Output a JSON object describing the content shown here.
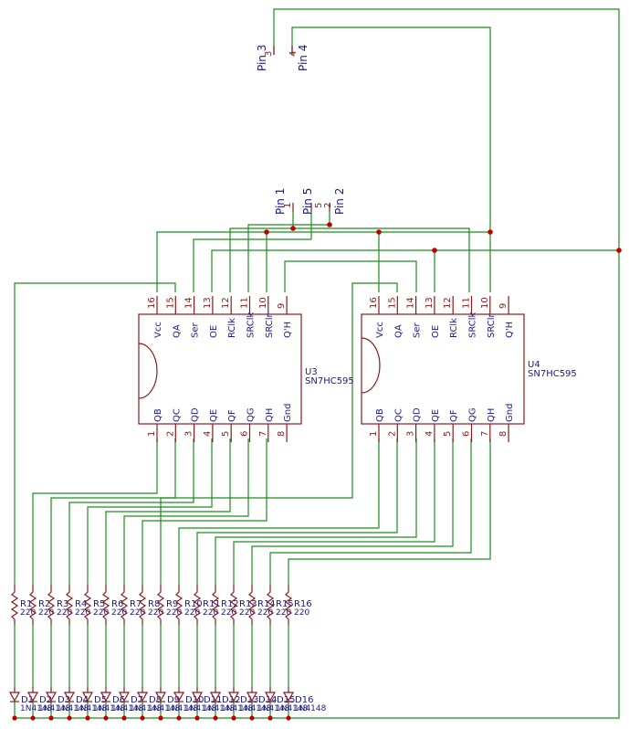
{
  "ic_u3": {
    "ref": "U3",
    "value": "SN7HC595",
    "top_pins": [
      {
        "num": "16",
        "name": "Vcc"
      },
      {
        "num": "15",
        "name": "QA"
      },
      {
        "num": "14",
        "name": "Ser"
      },
      {
        "num": "13",
        "name": "OE"
      },
      {
        "num": "12",
        "name": "RClk"
      },
      {
        "num": "11",
        "name": "SRClk"
      },
      {
        "num": "10",
        "name": "SRClr"
      },
      {
        "num": "9",
        "name": "Q'H"
      }
    ],
    "bottom_pins": [
      {
        "num": "1",
        "name": "QB"
      },
      {
        "num": "2",
        "name": "QC"
      },
      {
        "num": "3",
        "name": "QD"
      },
      {
        "num": "4",
        "name": "QE"
      },
      {
        "num": "5",
        "name": "QF"
      },
      {
        "num": "6",
        "name": "QG"
      },
      {
        "num": "7",
        "name": "QH"
      },
      {
        "num": "8",
        "name": "Gnd"
      }
    ]
  },
  "ic_u4": {
    "ref": "U4",
    "value": "SN7HC595",
    "top_pins": [
      {
        "num": "16",
        "name": "Vcc"
      },
      {
        "num": "15",
        "name": "QA"
      },
      {
        "num": "14",
        "name": "Ser"
      },
      {
        "num": "13",
        "name": "OE"
      },
      {
        "num": "12",
        "name": "RClk"
      },
      {
        "num": "11",
        "name": "SRClk"
      },
      {
        "num": "10",
        "name": "SRClr"
      },
      {
        "num": "9",
        "name": "Q'H"
      }
    ],
    "bottom_pins": [
      {
        "num": "1",
        "name": "QB"
      },
      {
        "num": "2",
        "name": "QC"
      },
      {
        "num": "3",
        "name": "QD"
      },
      {
        "num": "4",
        "name": "QE"
      },
      {
        "num": "5",
        "name": "QF"
      },
      {
        "num": "6",
        "name": "QG"
      },
      {
        "num": "7",
        "name": "QH"
      },
      {
        "num": "8",
        "name": "Gnd"
      }
    ]
  },
  "headers": [
    {
      "label": "Pin 3",
      "num": "3"
    },
    {
      "label": "Pin 4",
      "num": "4"
    },
    {
      "label": "Pin 1",
      "num": "1"
    },
    {
      "label": "Pin 5",
      "num": "5"
    },
    {
      "label": "Pin 2",
      "num": "2"
    }
  ],
  "resistors": [
    {
      "ref": "R1",
      "value": "220"
    },
    {
      "ref": "R2",
      "value": "220"
    },
    {
      "ref": "R3",
      "value": "220"
    },
    {
      "ref": "R4",
      "value": "220"
    },
    {
      "ref": "R5",
      "value": "220"
    },
    {
      "ref": "R6",
      "value": "220"
    },
    {
      "ref": "R7",
      "value": "220"
    },
    {
      "ref": "R8",
      "value": "220"
    },
    {
      "ref": "R9",
      "value": "220"
    },
    {
      "ref": "R10",
      "value": "220"
    },
    {
      "ref": "R11",
      "value": "220"
    },
    {
      "ref": "R12",
      "value": "220"
    },
    {
      "ref": "R13",
      "value": "220"
    },
    {
      "ref": "R14",
      "value": "220"
    },
    {
      "ref": "R15",
      "value": "220"
    },
    {
      "ref": "R16",
      "value": "220"
    }
  ],
  "diodes": [
    {
      "ref": "D1",
      "value": "1N4148"
    },
    {
      "ref": "D2",
      "value": "1N4148"
    },
    {
      "ref": "D3",
      "value": "1N4148"
    },
    {
      "ref": "D4",
      "value": "1N4148"
    },
    {
      "ref": "D5",
      "value": "1N4148"
    },
    {
      "ref": "D6",
      "value": "1N4148"
    },
    {
      "ref": "D7",
      "value": "1N4148"
    },
    {
      "ref": "D8",
      "value": "1N4148"
    },
    {
      "ref": "D9",
      "value": "1N4148"
    },
    {
      "ref": "D10",
      "value": "1N4148"
    },
    {
      "ref": "D11",
      "value": "1N4148"
    },
    {
      "ref": "D12",
      "value": "1N4148"
    },
    {
      "ref": "D13",
      "value": "1N4148"
    },
    {
      "ref": "D14",
      "value": "1N4148"
    },
    {
      "ref": "D15",
      "value": "1N4148"
    },
    {
      "ref": "D16",
      "value": "1N4148"
    }
  ]
}
